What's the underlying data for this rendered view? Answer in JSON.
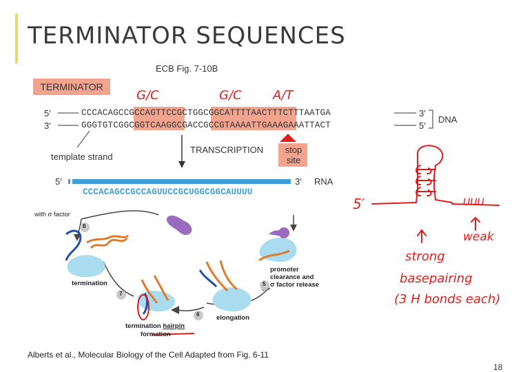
{
  "slide": {
    "title": "TERMINATOR SEQUENCES",
    "fig_ref": "ECB Fig. 7-10B",
    "page_number": "18",
    "citation": "Alberts et al.,  Molecular Biology of the Cell Adapted from Fig. 6-11"
  },
  "figure": {
    "terminator_label": "TERMINATOR",
    "top_strand": {
      "prime_left": "5′",
      "sequence": "CCCACAGCCGCCAGTTCCGCTGGCGGCATTTTAACTTTCTTTAATGA",
      "prime_right": "3′"
    },
    "bottom_strand": {
      "prime_left": "3′",
      "sequence": "GGGTGTCGGCGGTCAAGGCGACCGCCGTAAAATTGAAAGAAATTACT",
      "prime_right": "5′"
    },
    "dna_label": "DNA",
    "template_strand_label": "template strand",
    "transcription_label": "TRANSCRIPTION",
    "stop_site_label": "stop site",
    "rna_prime_left": "5′",
    "rna_prime_right": "3′",
    "rna_label": "RNA",
    "rna_sequence": "CCCACAGCCGCCAGUUCCGCUGGCGGCAUUUU"
  },
  "cycle": {
    "labels": {
      "sigma_factor": "with σ factor",
      "termination": "termination",
      "promoter_clearance": "promoter\nclearance and\nσ factor release",
      "elongation": "elongation",
      "termination_hairpin_prefix": "termination ",
      "termination_hairpin_word": "hairpin",
      "formation": "formation"
    },
    "step_numbers": [
      "8",
      "7",
      "6",
      "5"
    ]
  },
  "annotations": {
    "gc_1": "G/C",
    "gc_2": "G/C",
    "at": "A/T",
    "hairpin_5prime": "5′",
    "uuu": "UUU",
    "weak": "weak",
    "strong_line1": "strong",
    "strong_line2": "basepairing",
    "strong_line3": "(3 H bonds each)"
  },
  "colors": {
    "highlight": "#f2a48f",
    "annotation_red": "#e01b1b",
    "rna_blue": "#3b9fd8",
    "stop_red": "#e02020",
    "title_gray": "#3a3a3a"
  }
}
